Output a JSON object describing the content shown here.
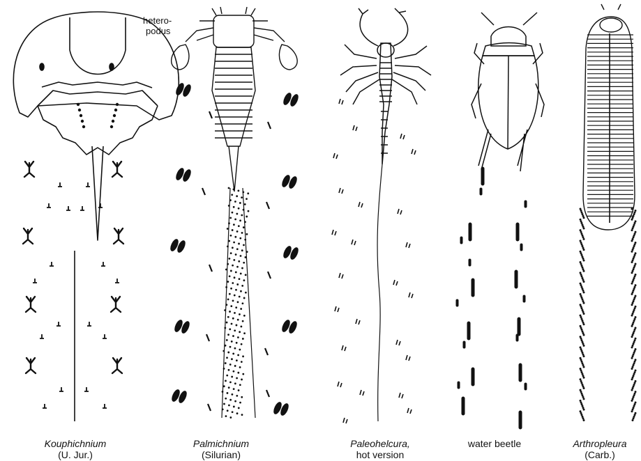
{
  "panels": [
    {
      "name": "Kouphichnium",
      "sub": "(U. Jur.)"
    },
    {
      "name": "Palmichnium",
      "sub": "(Silurian)"
    },
    {
      "name": "Paleohelcura,",
      "sub": "hot version"
    },
    {
      "name": "",
      "sub": "water beetle"
    },
    {
      "name": "Arthropleura",
      "sub": "(Carb.)"
    }
  ],
  "annotation": {
    "line1": "hetero-",
    "line2": "podus"
  }
}
